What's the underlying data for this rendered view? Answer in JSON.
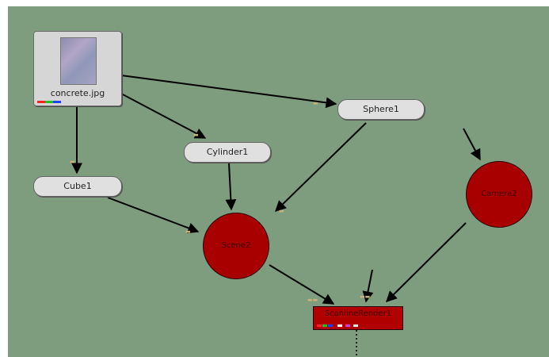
{
  "graph": {
    "background": "#7d9d7e",
    "nodes": {
      "read": {
        "label": "concrete.jpg",
        "channels": [
          "#ff2020",
          "#20c020",
          "#2040ff"
        ]
      },
      "sphere": {
        "label": "Sphere1"
      },
      "cylinder": {
        "label": "Cylinder1"
      },
      "cube": {
        "label": "Cube1"
      },
      "scene": {
        "label": "Scene2"
      },
      "camera": {
        "label": "Camera2"
      },
      "render": {
        "label": "ScanlineRender1",
        "swatches": [
          "#ff2020",
          "#20c020",
          "#2040ff",
          "#ffffff",
          "#d040d0",
          "#e8e8e8"
        ]
      }
    },
    "colors": {
      "node_fill": "#e0e0e0",
      "circle_fill": "#a80000",
      "edge": "#000000"
    }
  }
}
